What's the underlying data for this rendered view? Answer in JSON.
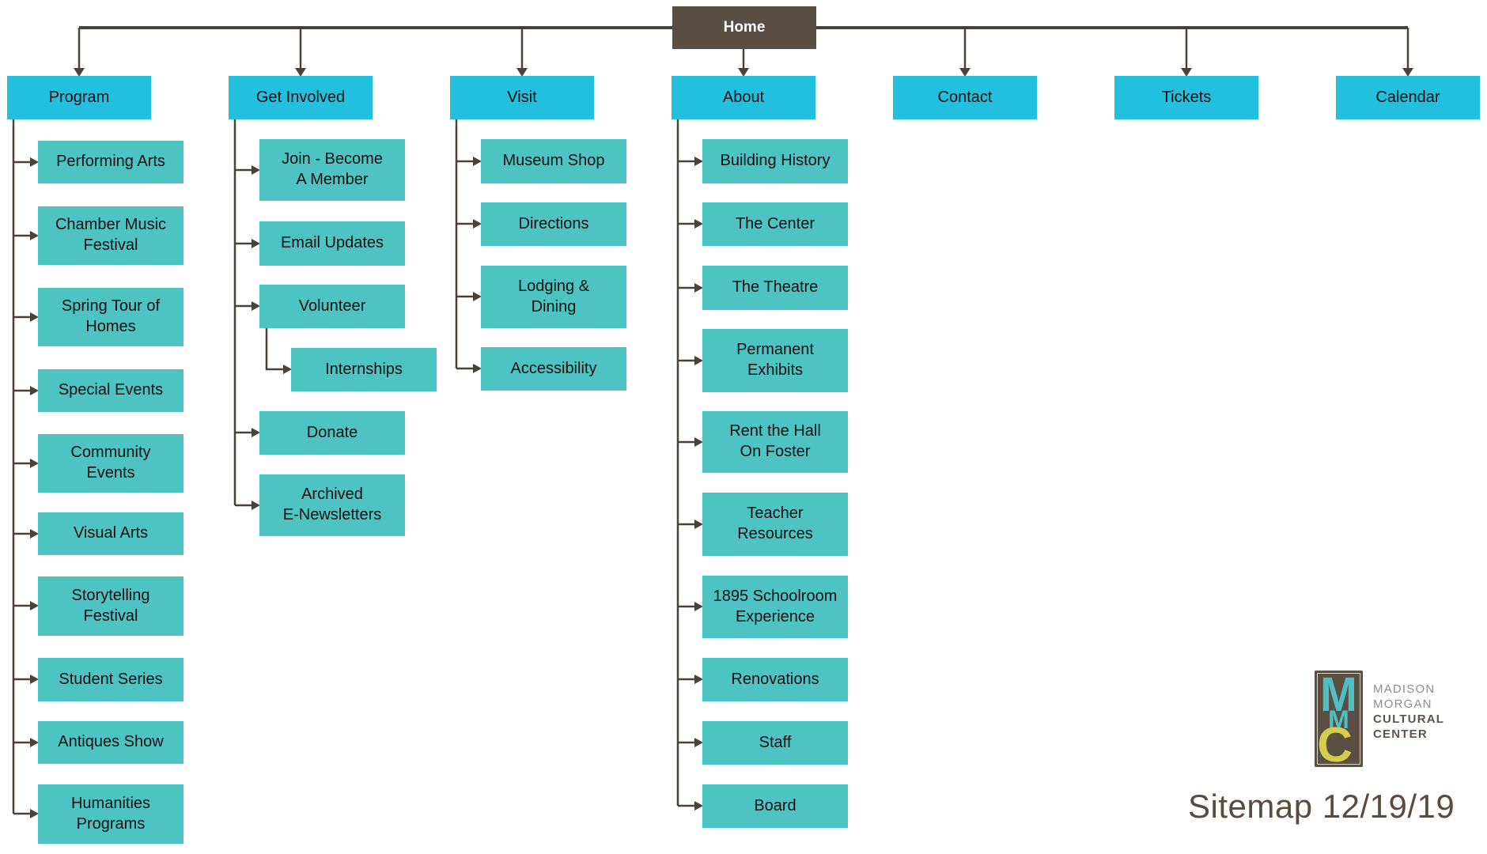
{
  "home": {
    "label": "Home"
  },
  "sections": [
    {
      "label": "Program",
      "items": [
        {
          "label": "Performing Arts"
        },
        {
          "label": "Chamber Music\nFestival"
        },
        {
          "label": "Spring Tour of\nHomes"
        },
        {
          "label": "Special Events"
        },
        {
          "label": "Community\nEvents"
        },
        {
          "label": "Visual Arts"
        },
        {
          "label": "Storytelling\nFestival"
        },
        {
          "label": "Student Series"
        },
        {
          "label": "Antiques Show"
        },
        {
          "label": "Humanities\nPrograms"
        }
      ]
    },
    {
      "label": "Get Involved",
      "items": [
        {
          "label": "Join - Become\nA Member"
        },
        {
          "label": "Email Updates"
        },
        {
          "label": "Volunteer"
        },
        {
          "label": "Internships",
          "indent": true
        },
        {
          "label": "Donate"
        },
        {
          "label": "Archived\nE-Newsletters"
        }
      ]
    },
    {
      "label": "Visit",
      "items": [
        {
          "label": "Museum Shop"
        },
        {
          "label": "Directions"
        },
        {
          "label": "Lodging &\nDining"
        },
        {
          "label": "Accessibility"
        }
      ]
    },
    {
      "label": "About",
      "items": [
        {
          "label": "Building History"
        },
        {
          "label": "The Center"
        },
        {
          "label": "The Theatre"
        },
        {
          "label": "Permanent\nExhibits"
        },
        {
          "label": "Rent the Hall\nOn Foster"
        },
        {
          "label": "Teacher\nResources"
        },
        {
          "label": "1895 Schoolroom\nExperience"
        },
        {
          "label": "Renovations"
        },
        {
          "label": "Staff"
        },
        {
          "label": "Board"
        }
      ]
    },
    {
      "label": "Contact",
      "items": []
    },
    {
      "label": "Tickets",
      "items": []
    },
    {
      "label": "Calendar",
      "items": []
    }
  ],
  "footer": {
    "logo": {
      "monogram": [
        "M",
        "M",
        "C"
      ],
      "name_lines": [
        "MADISON",
        "MORGAN",
        "CULTURAL",
        "CENTER"
      ]
    },
    "caption": "Sitemap 12/19/19"
  },
  "colors": {
    "home_bg": "#584e42",
    "top_level_bg": "#22bfdf",
    "sub_level_bg": "#4ec4c2",
    "connector": "#4a4138",
    "node_text": "#121212",
    "home_text": "#ffffff",
    "logo_brown": "#5a4f43",
    "logo_teal": "#4cc0c2",
    "logo_yellow": "#d5cc4d",
    "logo_gray_text": "#8d8d8d",
    "caption_text": "#594b3d"
  }
}
